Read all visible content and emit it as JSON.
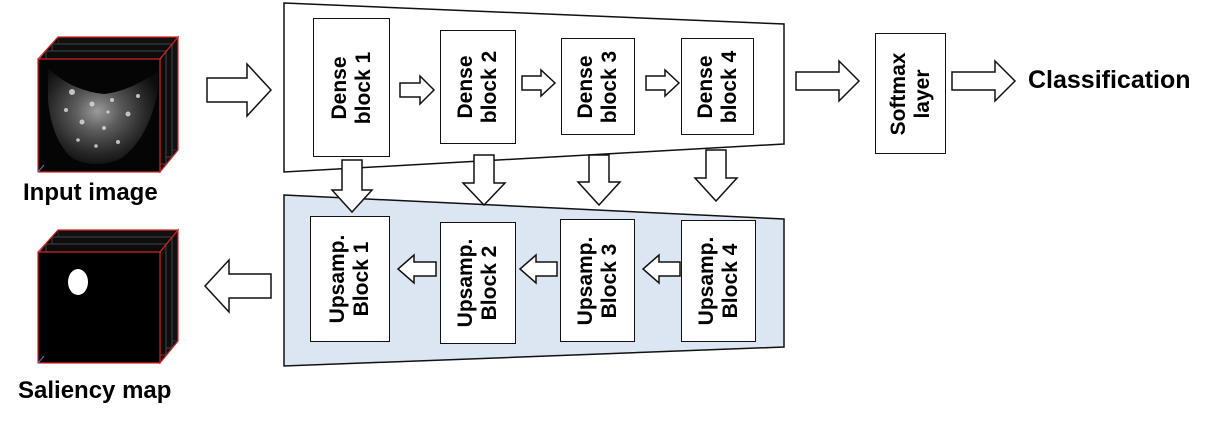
{
  "inputs": {
    "input_label": "Input image",
    "saliency_label": "Saliency map"
  },
  "encoder": {
    "blocks": [
      {
        "line1": "Dense",
        "line2": "block 1"
      },
      {
        "line1": "Dense",
        "line2": "block 2"
      },
      {
        "line1": "Dense",
        "line2": "block 3"
      },
      {
        "line1": "Dense",
        "line2": "block 4"
      }
    ]
  },
  "decoder": {
    "blocks": [
      {
        "line1": "Upsamp.",
        "line2": "Block 1"
      },
      {
        "line1": "Upsamp.",
        "line2": "Block 2"
      },
      {
        "line1": "Upsamp.",
        "line2": "Block 3"
      },
      {
        "line1": "Upsamp.",
        "line2": "Block 4"
      }
    ]
  },
  "softmax": {
    "line1": "Softmax",
    "line2": "layer"
  },
  "output": {
    "label": "Classification"
  },
  "colors": {
    "decoder_fill": "#dce6f2",
    "cube_edge": "#dd2222",
    "arrow_fill": "#ffffff",
    "stroke": "#111111"
  }
}
